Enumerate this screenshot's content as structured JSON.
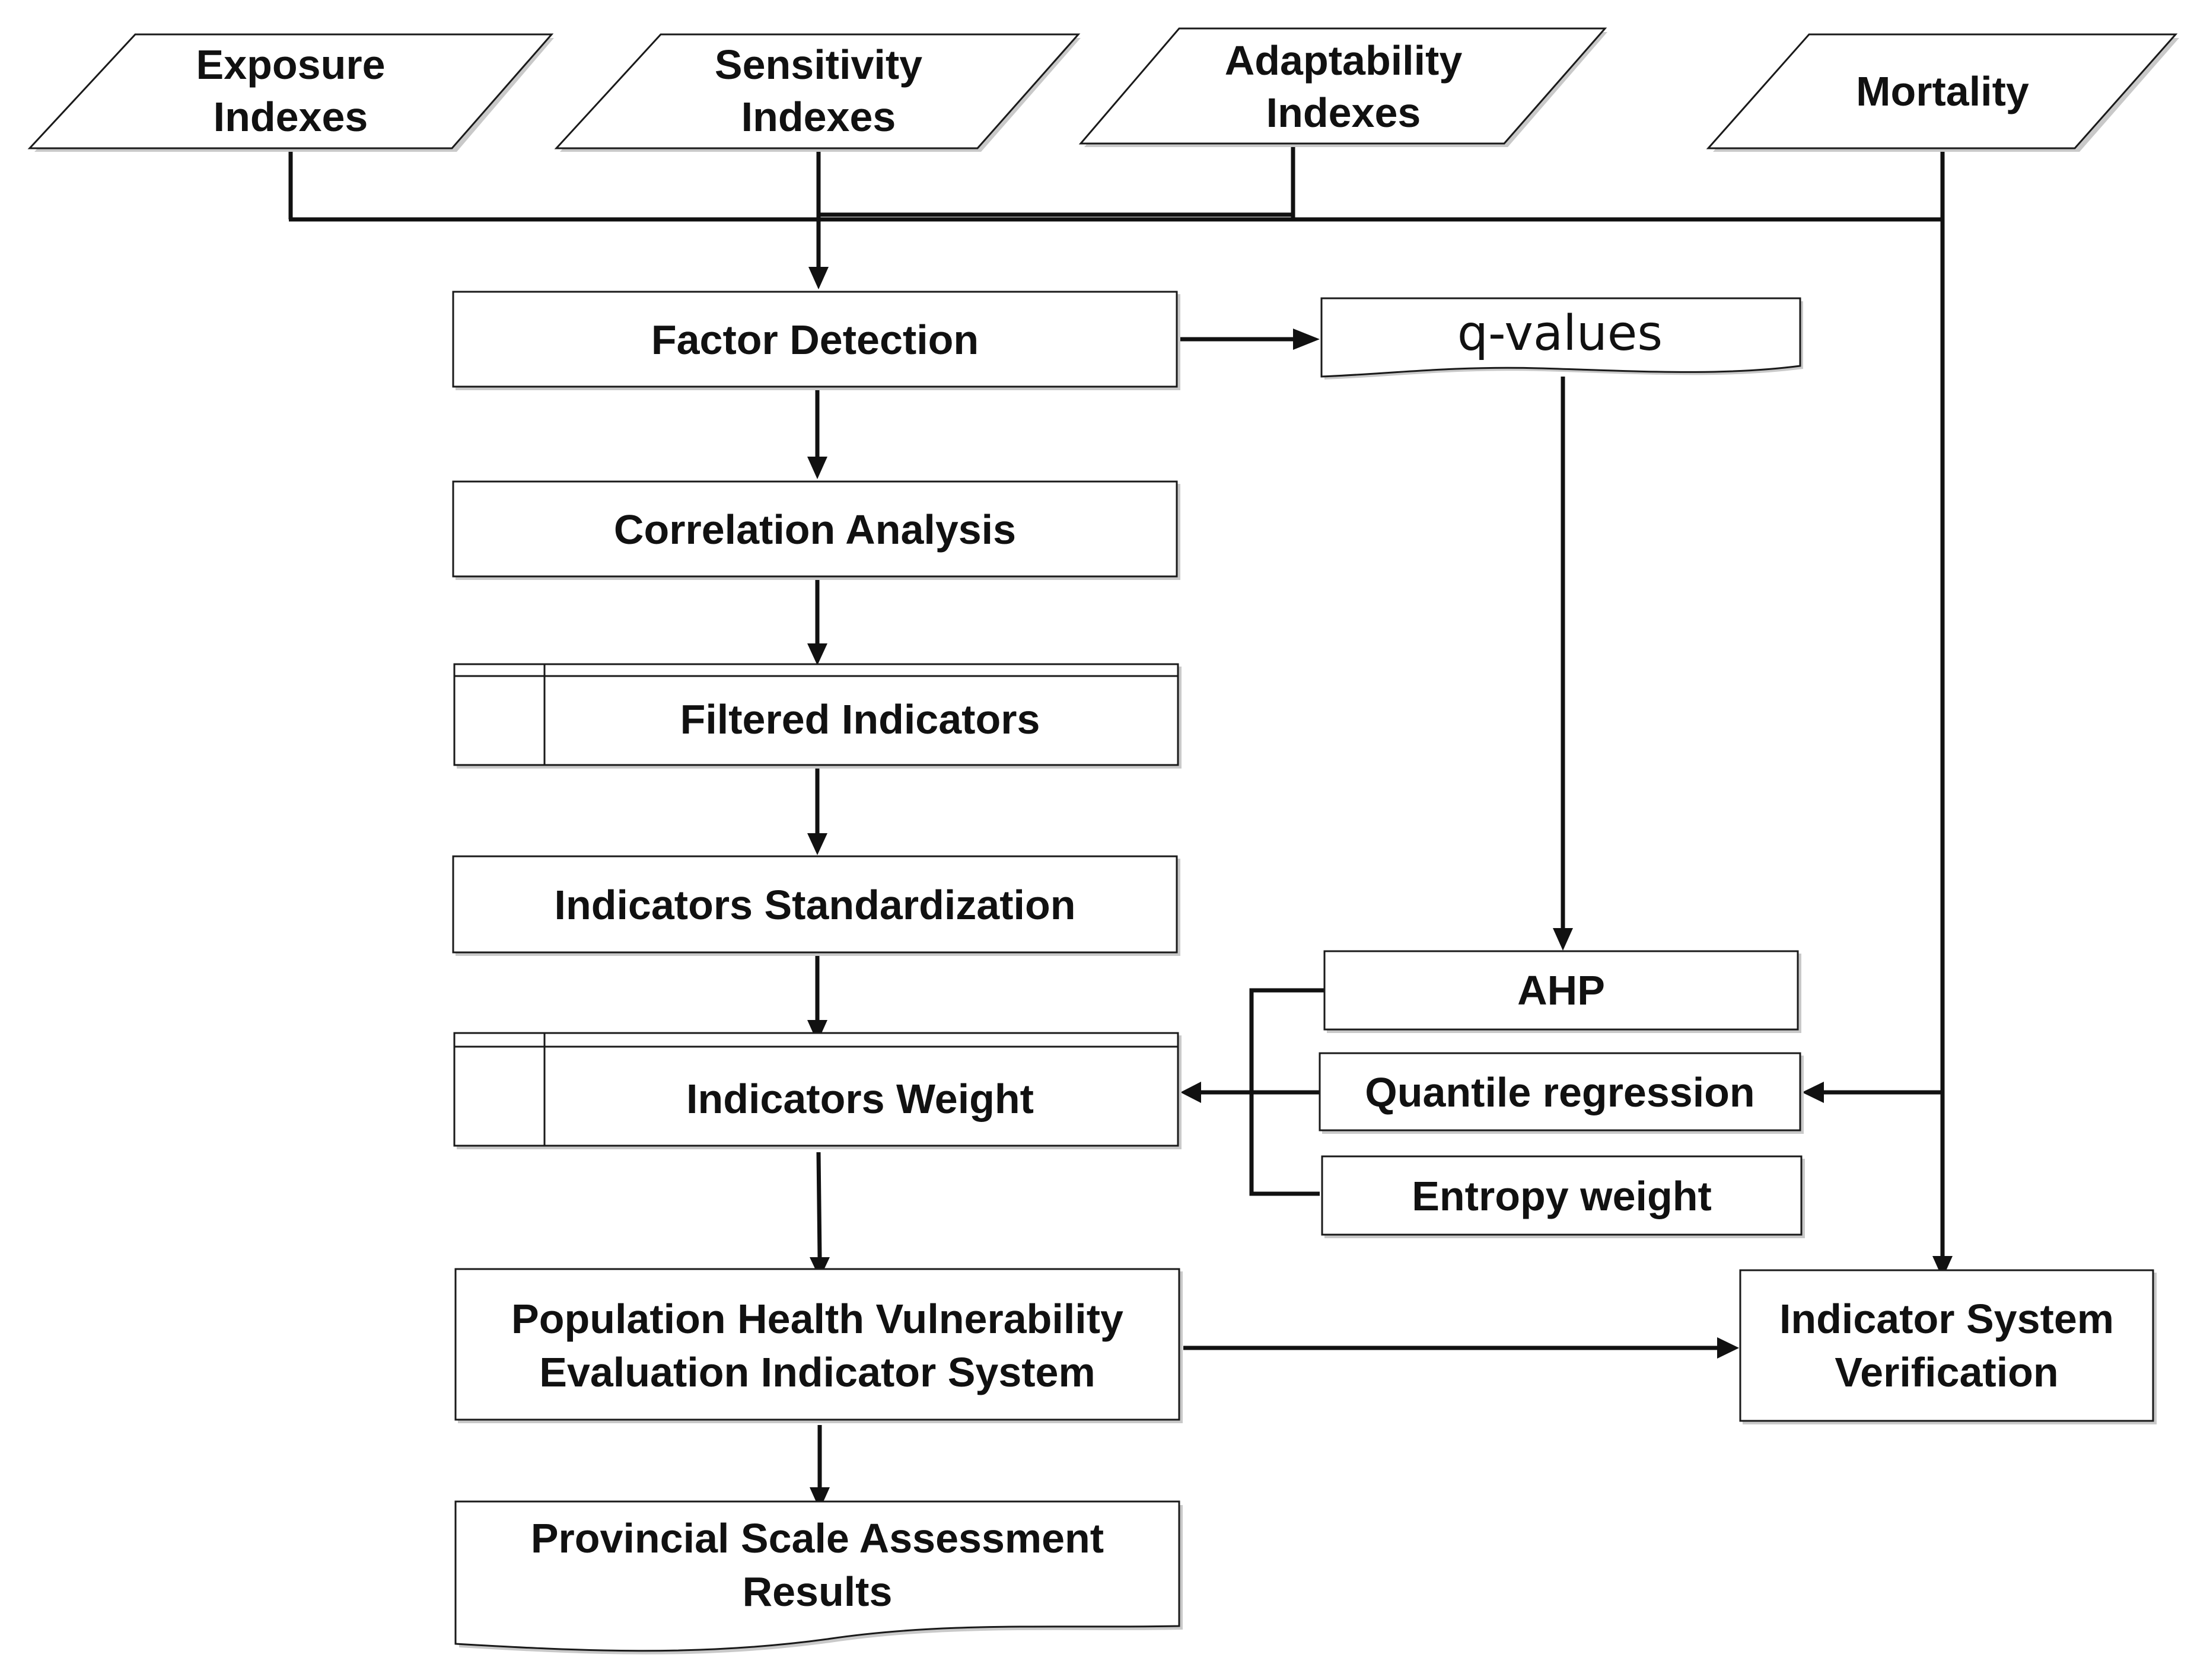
{
  "diagram": {
    "inputs": {
      "exposure": [
        "Exposure",
        "Indexes"
      ],
      "sensitivity": [
        "Sensitivity",
        "Indexes"
      ],
      "adaptability": [
        "Adaptability",
        "Indexes"
      ],
      "mortality": [
        "Mortality"
      ]
    },
    "steps": {
      "factor_detection": "Factor Detection",
      "q_values": "q-values",
      "correlation_analysis": "Correlation Analysis",
      "filtered_indicators": "Filtered Indicators",
      "standardization": "Indicators Standardization",
      "weight": "Indicators Weight",
      "ahp": "AHP",
      "quantile_regression": "Quantile regression",
      "entropy_weight": "Entropy weight",
      "indicator_system": [
        "Population Health Vulnerability",
        "Evaluation Indicator System"
      ],
      "verification": [
        "Indicator System",
        "Verification"
      ],
      "results": [
        "Provincial Scale Assessment",
        "Results"
      ]
    }
  }
}
